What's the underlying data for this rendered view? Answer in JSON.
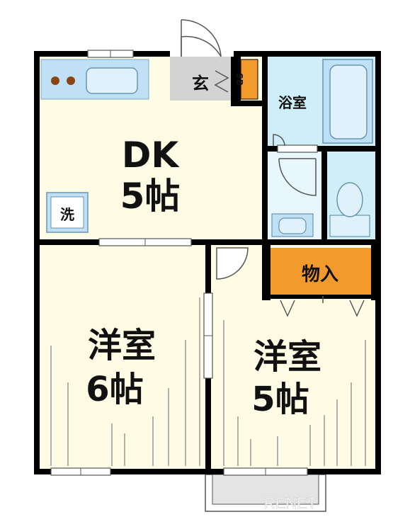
{
  "rooms": {
    "dk": {
      "name": "DK",
      "size": "5帖"
    },
    "western_a": {
      "name": "洋室",
      "size": "6帖"
    },
    "western_b": {
      "name": "洋室",
      "size": "5帖"
    },
    "entrance": "玄",
    "shoe_box": "SB",
    "bath": "浴室",
    "storage": "物入",
    "washer": "洗"
  },
  "watermark": "RENET",
  "colors": {
    "wall": "#000000",
    "dk_floor": "#fffce6",
    "western_floor": "#fffce6",
    "wet_area": "#cfeef7",
    "kitchen_counter": "#bfe0f5",
    "entrance_floor": "#d3d3d3",
    "storage": "#f39a2c",
    "balcony": "#e4e4e4"
  }
}
